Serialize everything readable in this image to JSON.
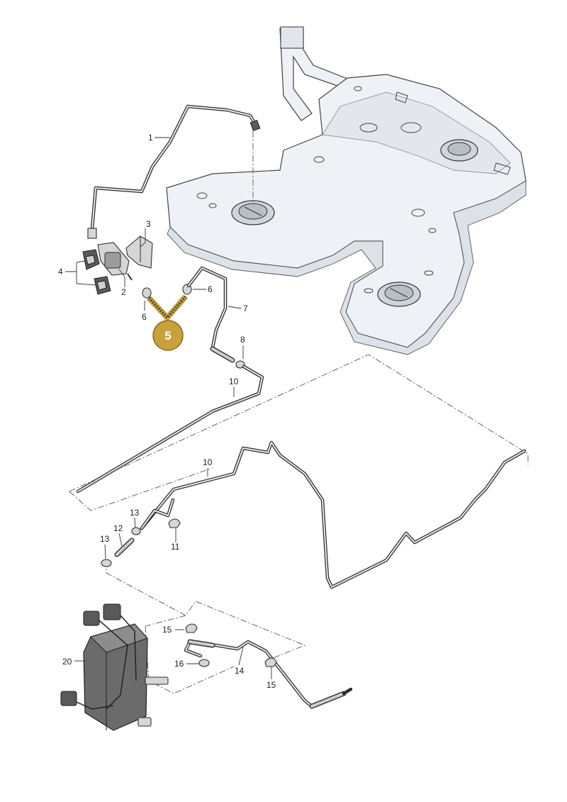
{
  "diagram": {
    "callouts": [
      {
        "id": "c1",
        "label": "1"
      },
      {
        "id": "c2",
        "label": "2"
      },
      {
        "id": "c3",
        "label": "3"
      },
      {
        "id": "c4",
        "label": "4"
      },
      {
        "id": "c6a",
        "label": "6"
      },
      {
        "id": "c6b",
        "label": "6"
      },
      {
        "id": "c7",
        "label": "7"
      },
      {
        "id": "c8",
        "label": "8"
      },
      {
        "id": "c10a",
        "label": "10"
      },
      {
        "id": "c10b",
        "label": "10"
      },
      {
        "id": "c11",
        "label": "11"
      },
      {
        "id": "c12",
        "label": "12"
      },
      {
        "id": "c13a",
        "label": "13"
      },
      {
        "id": "c13b",
        "label": "13"
      },
      {
        "id": "c14",
        "label": "14"
      },
      {
        "id": "c15a",
        "label": "15"
      },
      {
        "id": "c15b",
        "label": "15"
      },
      {
        "id": "c16",
        "label": "16"
      },
      {
        "id": "c20",
        "label": "20"
      }
    ],
    "highlight": {
      "label": "5",
      "color": "#c8a03c",
      "text_color": "#ffffff"
    },
    "colors": {
      "line": "#2c2c2c",
      "tank": "#eef1f5",
      "highlight_ring": "#c8a03c"
    }
  }
}
